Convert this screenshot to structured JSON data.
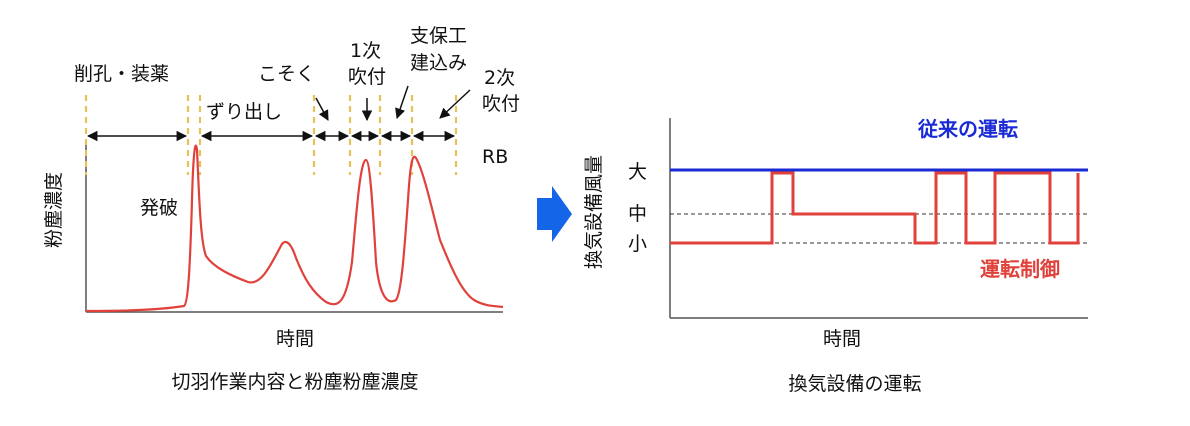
{
  "left_chart": {
    "phases": {
      "drilling_charging": "削孔・装薬",
      "mucking": "ずり出し",
      "scaling": "こそく",
      "first_spray_line1": "1次",
      "first_spray_line2": "吹付",
      "support_line1": "支保工",
      "support_line2": "建込み",
      "second_spray_line1": "2次",
      "second_spray_line2": "吹付",
      "rb": "RB"
    },
    "blast_label": "発破",
    "y_axis_label": "粉塵濃度",
    "x_axis_label": "時間",
    "caption": "切羽作業内容と粉塵粉塵濃度"
  },
  "right_chart": {
    "y_axis_label": "換気設備風量",
    "levels": {
      "large": "大",
      "medium": "中",
      "small": "小"
    },
    "legend_conventional": "従来の運転",
    "legend_control": "運転制御",
    "x_axis_label": "時間",
    "caption": "換気設備の運転"
  },
  "colors": {
    "dust_curve": "#e0413a",
    "phase_marker": "#e8c15a",
    "conventional_line": "#1a2bd6",
    "control_line": "#e0413a",
    "legend_conventional_text": "#1a2bd6",
    "legend_control_text": "#e0413a",
    "arrow": "#1565e8"
  }
}
